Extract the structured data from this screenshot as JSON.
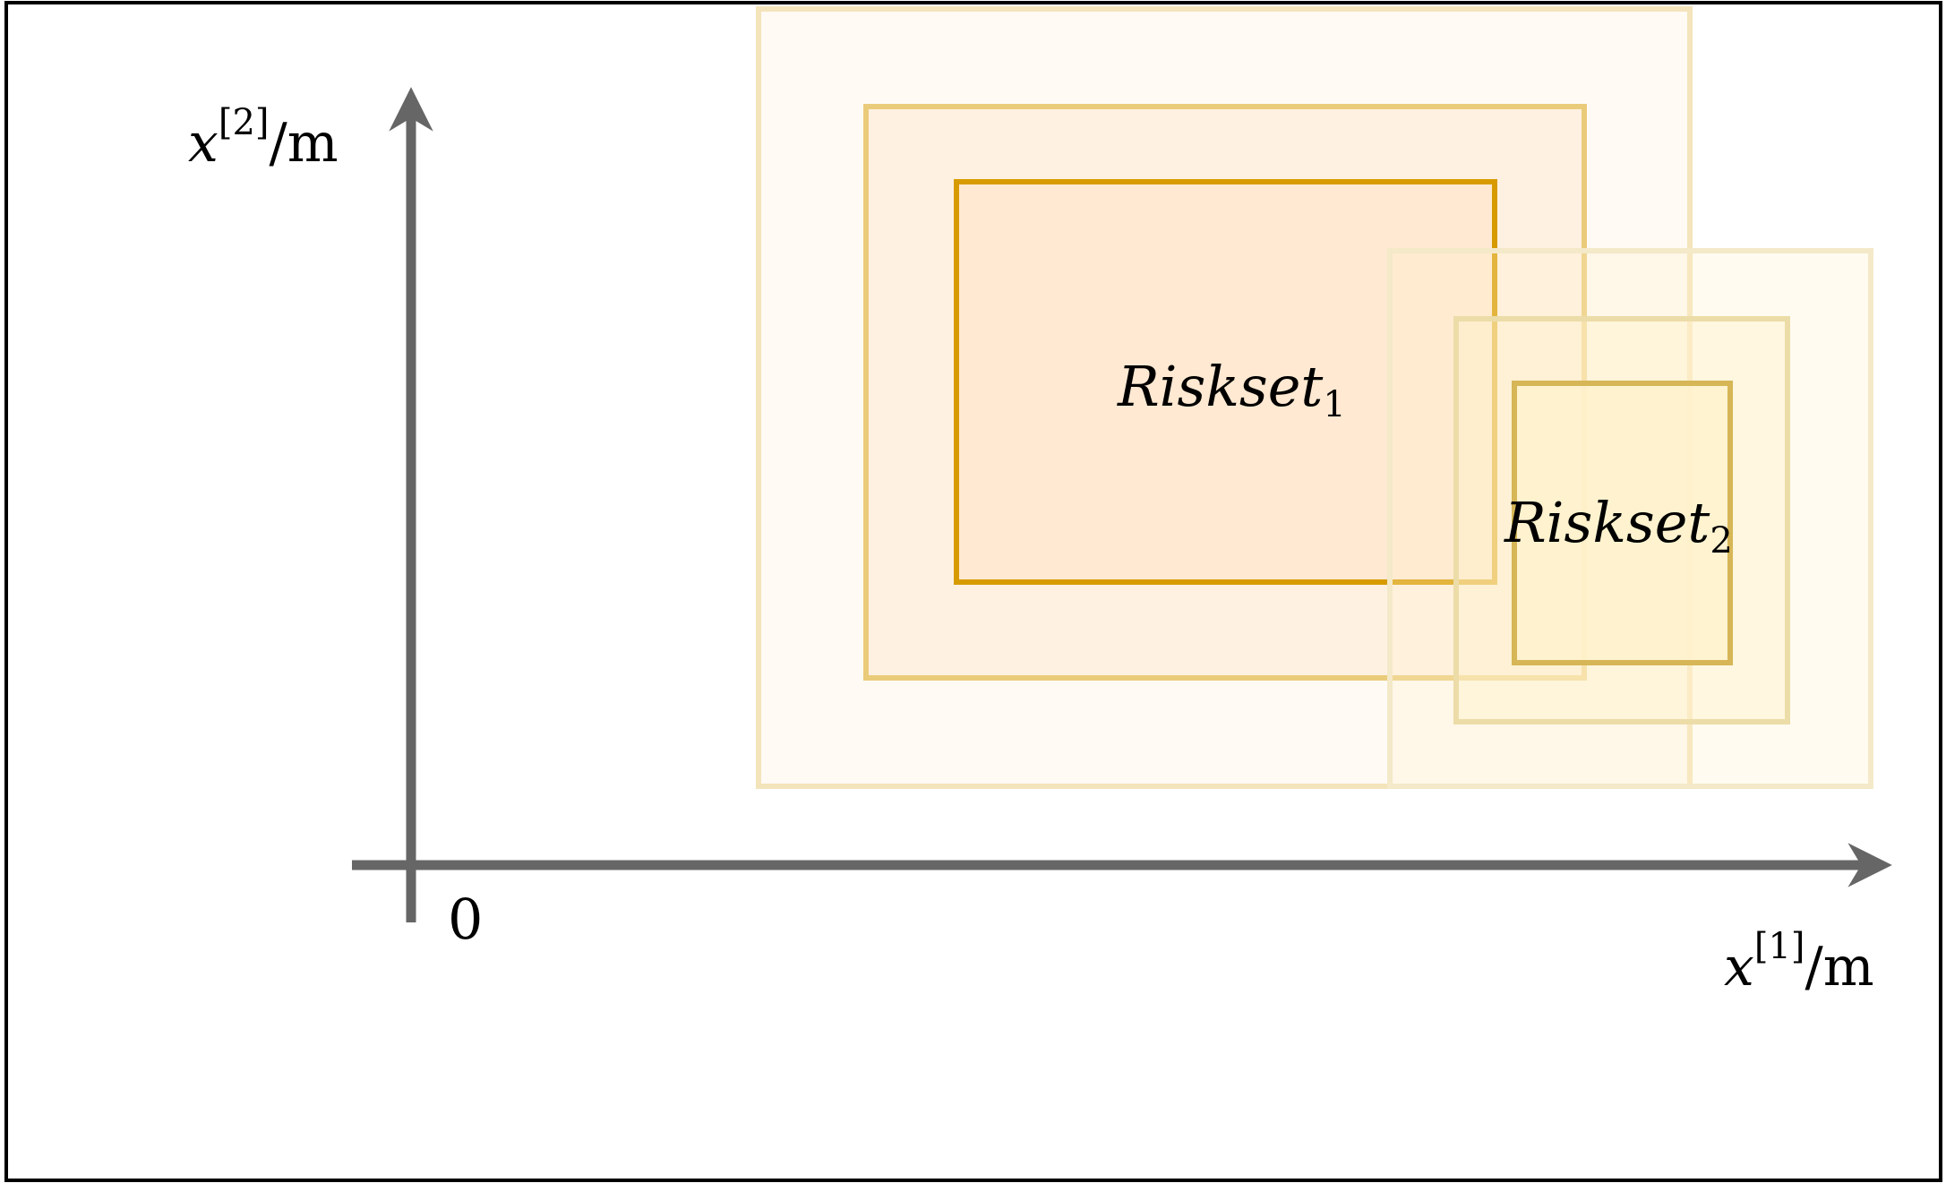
{
  "axes": {
    "x_label": {
      "var": "x",
      "superscript": "[1]",
      "unit": "/m"
    },
    "y_label": {
      "var": "x",
      "superscript": "[2]",
      "unit": "/m"
    },
    "origin_label": "0"
  },
  "risksets": [
    {
      "name": "Riskset",
      "subscript": "1"
    },
    {
      "name": "Riskset",
      "subscript": "2"
    }
  ],
  "colors": {
    "axis": "#666666",
    "frame": "#000000",
    "riskset_1_core_stroke": "#d79b00",
    "riskset_1_core_fill": "#ffe6cc",
    "riskset_1_mid_stroke": "#eacb7a",
    "riskset_1_outer_stroke": "#f4e4bb",
    "riskset_2_core_stroke": "#d6b656",
    "riskset_2_core_fill": "#fff2cc"
  }
}
